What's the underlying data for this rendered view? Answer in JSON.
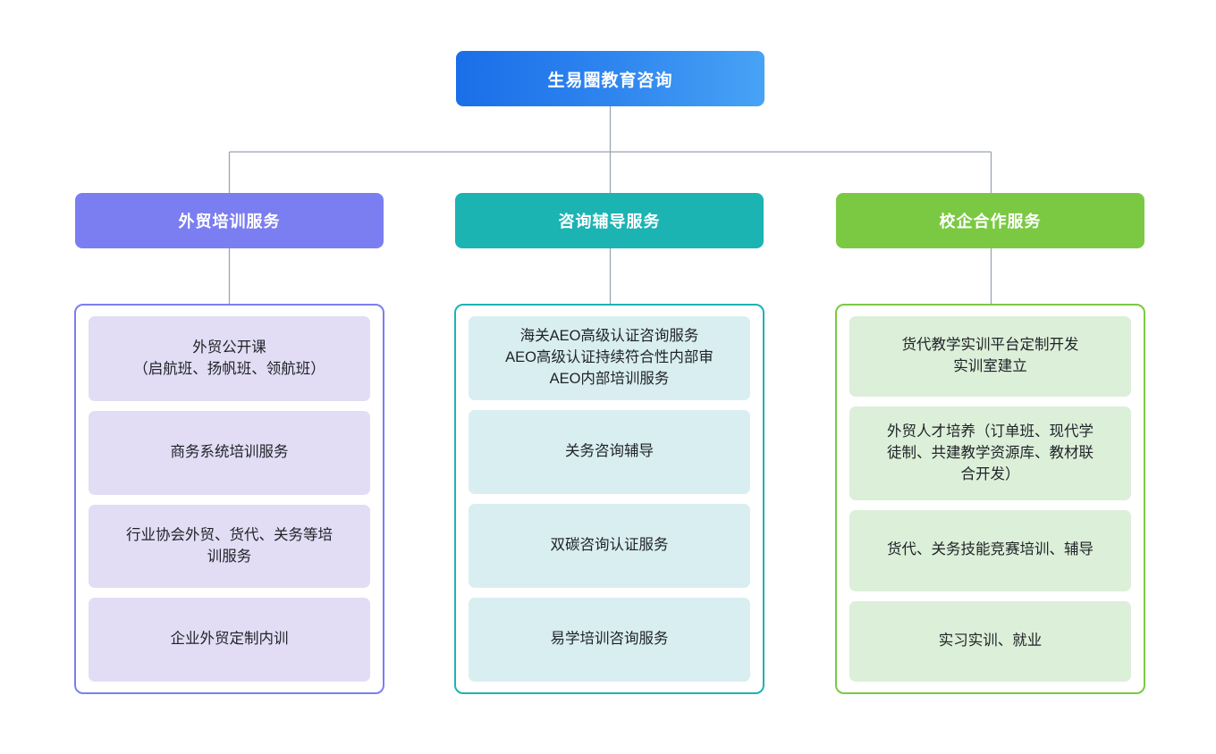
{
  "diagram": {
    "title": "生易圈教育咨询",
    "type": "organization-tree",
    "root": {
      "label": "生易圈教育咨询",
      "color": "#1a6ee8",
      "gradient_to": "#47a3f5",
      "text_color": "#ffffff"
    },
    "connector_color": "#9aa5b1",
    "branches": [
      {
        "header": "外贸培训服务",
        "color": "#7b7ef0",
        "card_color": "#e2ddf5",
        "items": [
          "外贸公开课\n（启航班、扬帆班、领航班）",
          "商务系统培训服务",
          "行业协会外贸、货代、关务等培\n训服务",
          "企业外贸定制内训"
        ]
      },
      {
        "header": "咨询辅导服务",
        "color": "#1cb3b3",
        "card_color": "#d9eef0",
        "items": [
          "海关AEO高级认证咨询服务\nAEO高级认证持续符合性内部审\nAEO内部培训服务",
          "关务咨询辅导",
          "双碳咨询认证服务",
          "易学培训咨询服务"
        ]
      },
      {
        "header": "校企合作服务",
        "color": "#7bc943",
        "card_color": "#dcefd9",
        "items": [
          "货代教学实训平台定制开发\n实训室建立",
          "外贸人才培养（订单班、现代学\n徒制、共建教学资源库、教材联\n合开发）",
          "货代、关务技能竞赛培训、辅导",
          "实习实训、就业"
        ]
      }
    ]
  }
}
